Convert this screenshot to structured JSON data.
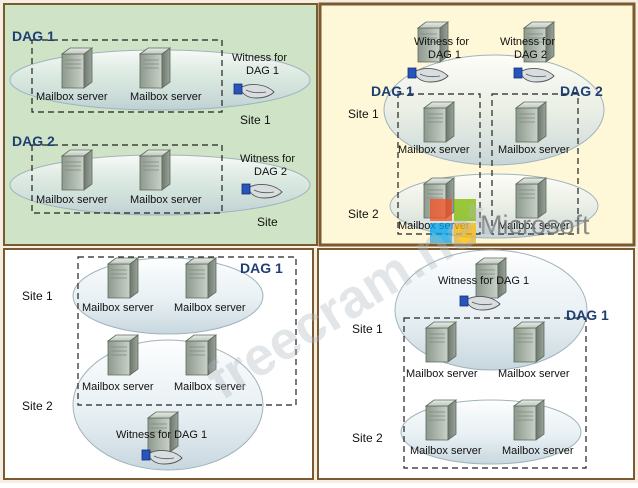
{
  "panels": [
    {
      "id": "p1",
      "dag1_label": "DAG 1",
      "dag2_label": "DAG 2",
      "server_label": "Mailbox server",
      "witness1": [
        "Witness for",
        "DAG 1"
      ],
      "witness2": [
        "Witness for",
        "DAG 2"
      ],
      "site1": "Site 1",
      "site2": "Site"
    },
    {
      "id": "p2",
      "witness1": [
        "Witness for",
        "DAG 1"
      ],
      "witness2": [
        "Witness for",
        "DAG 2"
      ],
      "dag1_label": "DAG 1",
      "dag2_label": "DAG 2",
      "site1": "Site 1",
      "site2": "Site 2",
      "server_label": "Mailbox server",
      "overlay": "Microsoft"
    },
    {
      "id": "p3",
      "dag_label": "DAG 1",
      "site1": "Site 1",
      "site2": "Site 2",
      "server_label": "Mailbox server",
      "witness": "Witness for DAG 1"
    },
    {
      "id": "p4",
      "witness": "Witness for DAG 1",
      "dag_label": "DAG 1",
      "site1": "Site 1",
      "site2": "Site 2",
      "server_label": "Mailbox server"
    }
  ],
  "watermark": "freecram.net",
  "colors": {
    "panel1_bg": "#cfe3c6",
    "panel2_bg": "#fff8d8",
    "panel3_bg": "#ffffff",
    "panel4_bg": "#ffffff",
    "frame": "#7a5a2e",
    "dag_text": "#1f3f73"
  }
}
